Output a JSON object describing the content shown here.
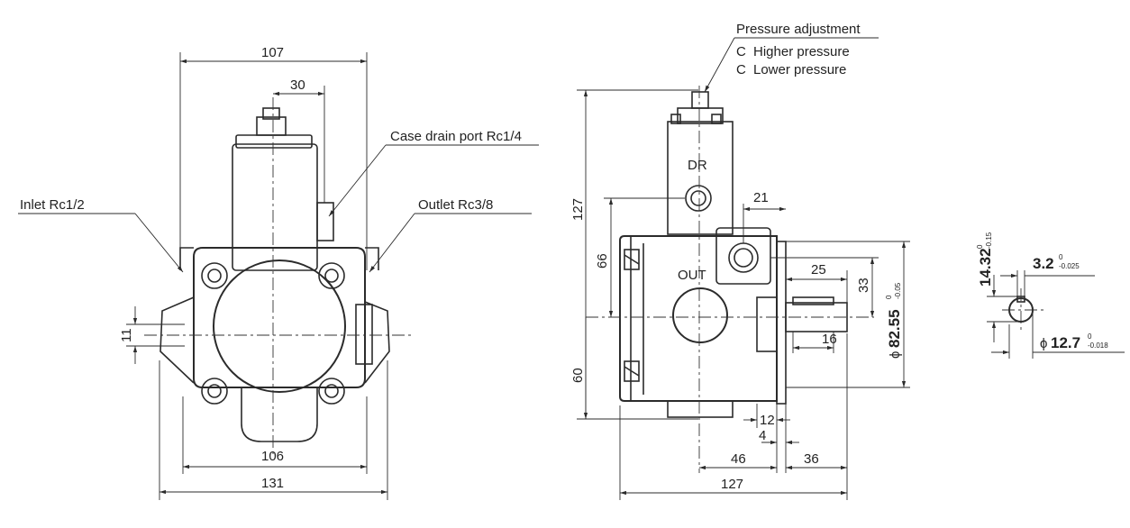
{
  "front_view": {
    "dim_top_width": "107",
    "dim_offset": "30",
    "dim_height_small": "11",
    "dim_bottom_inner": "106",
    "dim_bottom_outer": "131",
    "label_case_drain": "Case drain port Rc1/4",
    "label_inlet": "Inlet Rc1/2",
    "label_outlet": "Outlet Rc3/8"
  },
  "side_view": {
    "pressure_adjustment": "Pressure adjustment",
    "higher_pressure": "Higher pressure",
    "lower_pressure": "Lower pressure",
    "higher_symbol": "C",
    "lower_symbol": "C",
    "port_dr": "DR",
    "port_out": "OUT",
    "dim_height_total": "127",
    "dim_66": "66",
    "dim_60": "60",
    "dim_21": "21",
    "dim_25": "25",
    "dim_33": "33",
    "dim_16": "16",
    "dim_12": "12",
    "dim_4": "4",
    "dim_46": "46",
    "dim_36": "36",
    "dim_width_total": "127",
    "dia_pilot_prefix": "ϕ",
    "dia_pilot": "82.55",
    "dia_pilot_tol_upper": "0",
    "dia_pilot_tol_lower": "-0.05"
  },
  "shaft_detail": {
    "dim_key_height": "14.32",
    "dim_key_height_tol_upper": "0",
    "dim_key_height_tol_lower": "-0.15",
    "dim_key_width": "3.2",
    "dim_key_width_tol_upper": "0",
    "dim_key_width_tol_lower": "-0.025",
    "dia_shaft_prefix": "ϕ",
    "dia_shaft": "12.7",
    "dia_shaft_tol_upper": "0",
    "dia_shaft_tol_lower": "-0.018"
  }
}
